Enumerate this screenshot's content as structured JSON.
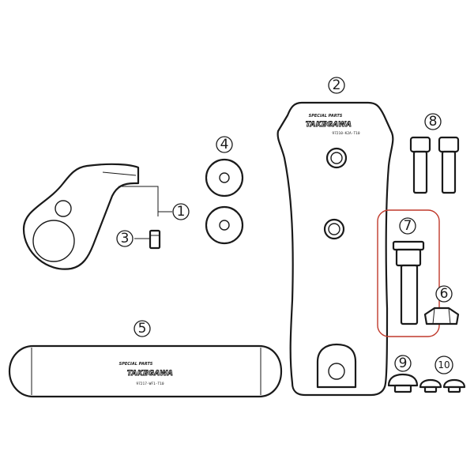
{
  "callouts": [
    {
      "num": "1",
      "label": "①"
    },
    {
      "num": "2",
      "label": "②"
    },
    {
      "num": "3",
      "label": "③"
    },
    {
      "num": "4",
      "label": "④"
    },
    {
      "num": "5",
      "label": "⑤"
    },
    {
      "num": "6",
      "label": "⑥"
    },
    {
      "num": "7",
      "label": "⑦"
    },
    {
      "num": "8",
      "label": "⑧"
    },
    {
      "num": "9",
      "label": "⑨"
    },
    {
      "num": "10",
      "label": "⑩"
    }
  ],
  "plate": {
    "brand_top": "SPECIAL PARTS",
    "brand_main": "TAKEGAWA",
    "part_code": "97210-K2A-T10"
  },
  "bar": {
    "brand_top": "SPECIAL PARTS",
    "brand_main": "TAKEGAWA",
    "part_code": "97217-WF1-T10"
  },
  "colors": {
    "line": "#1a1a1a",
    "highlight": "#c0392b"
  }
}
